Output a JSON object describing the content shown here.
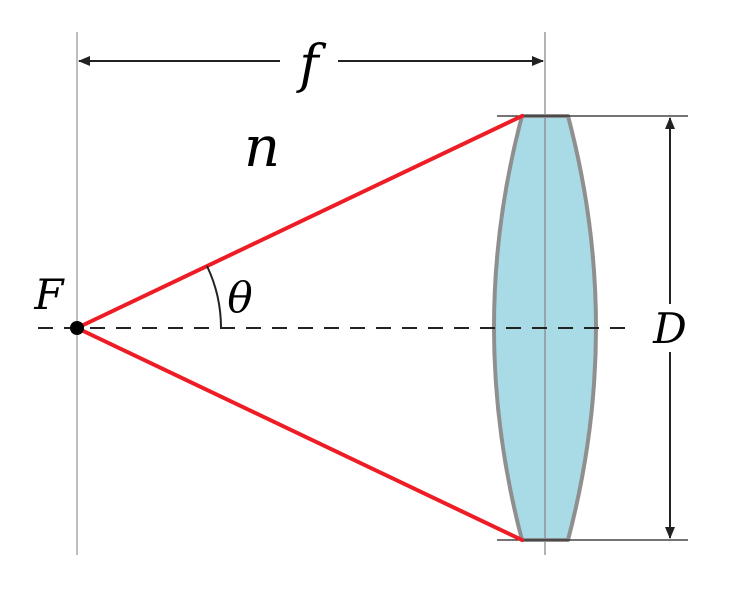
{
  "labels": {
    "focal_length": "f",
    "refractive_index": "n",
    "focal_point": "F",
    "half_angle": "θ",
    "aperture_diameter": "D"
  },
  "colors": {
    "rays": "#ee1c24",
    "lens_fill": "#a8dbe6",
    "lens_stroke": "#8f8f8f",
    "guide_lines": "#9a9a9a",
    "dimension_lines": "#222222",
    "axis": "#222222",
    "focal_point": "#000000"
  }
}
